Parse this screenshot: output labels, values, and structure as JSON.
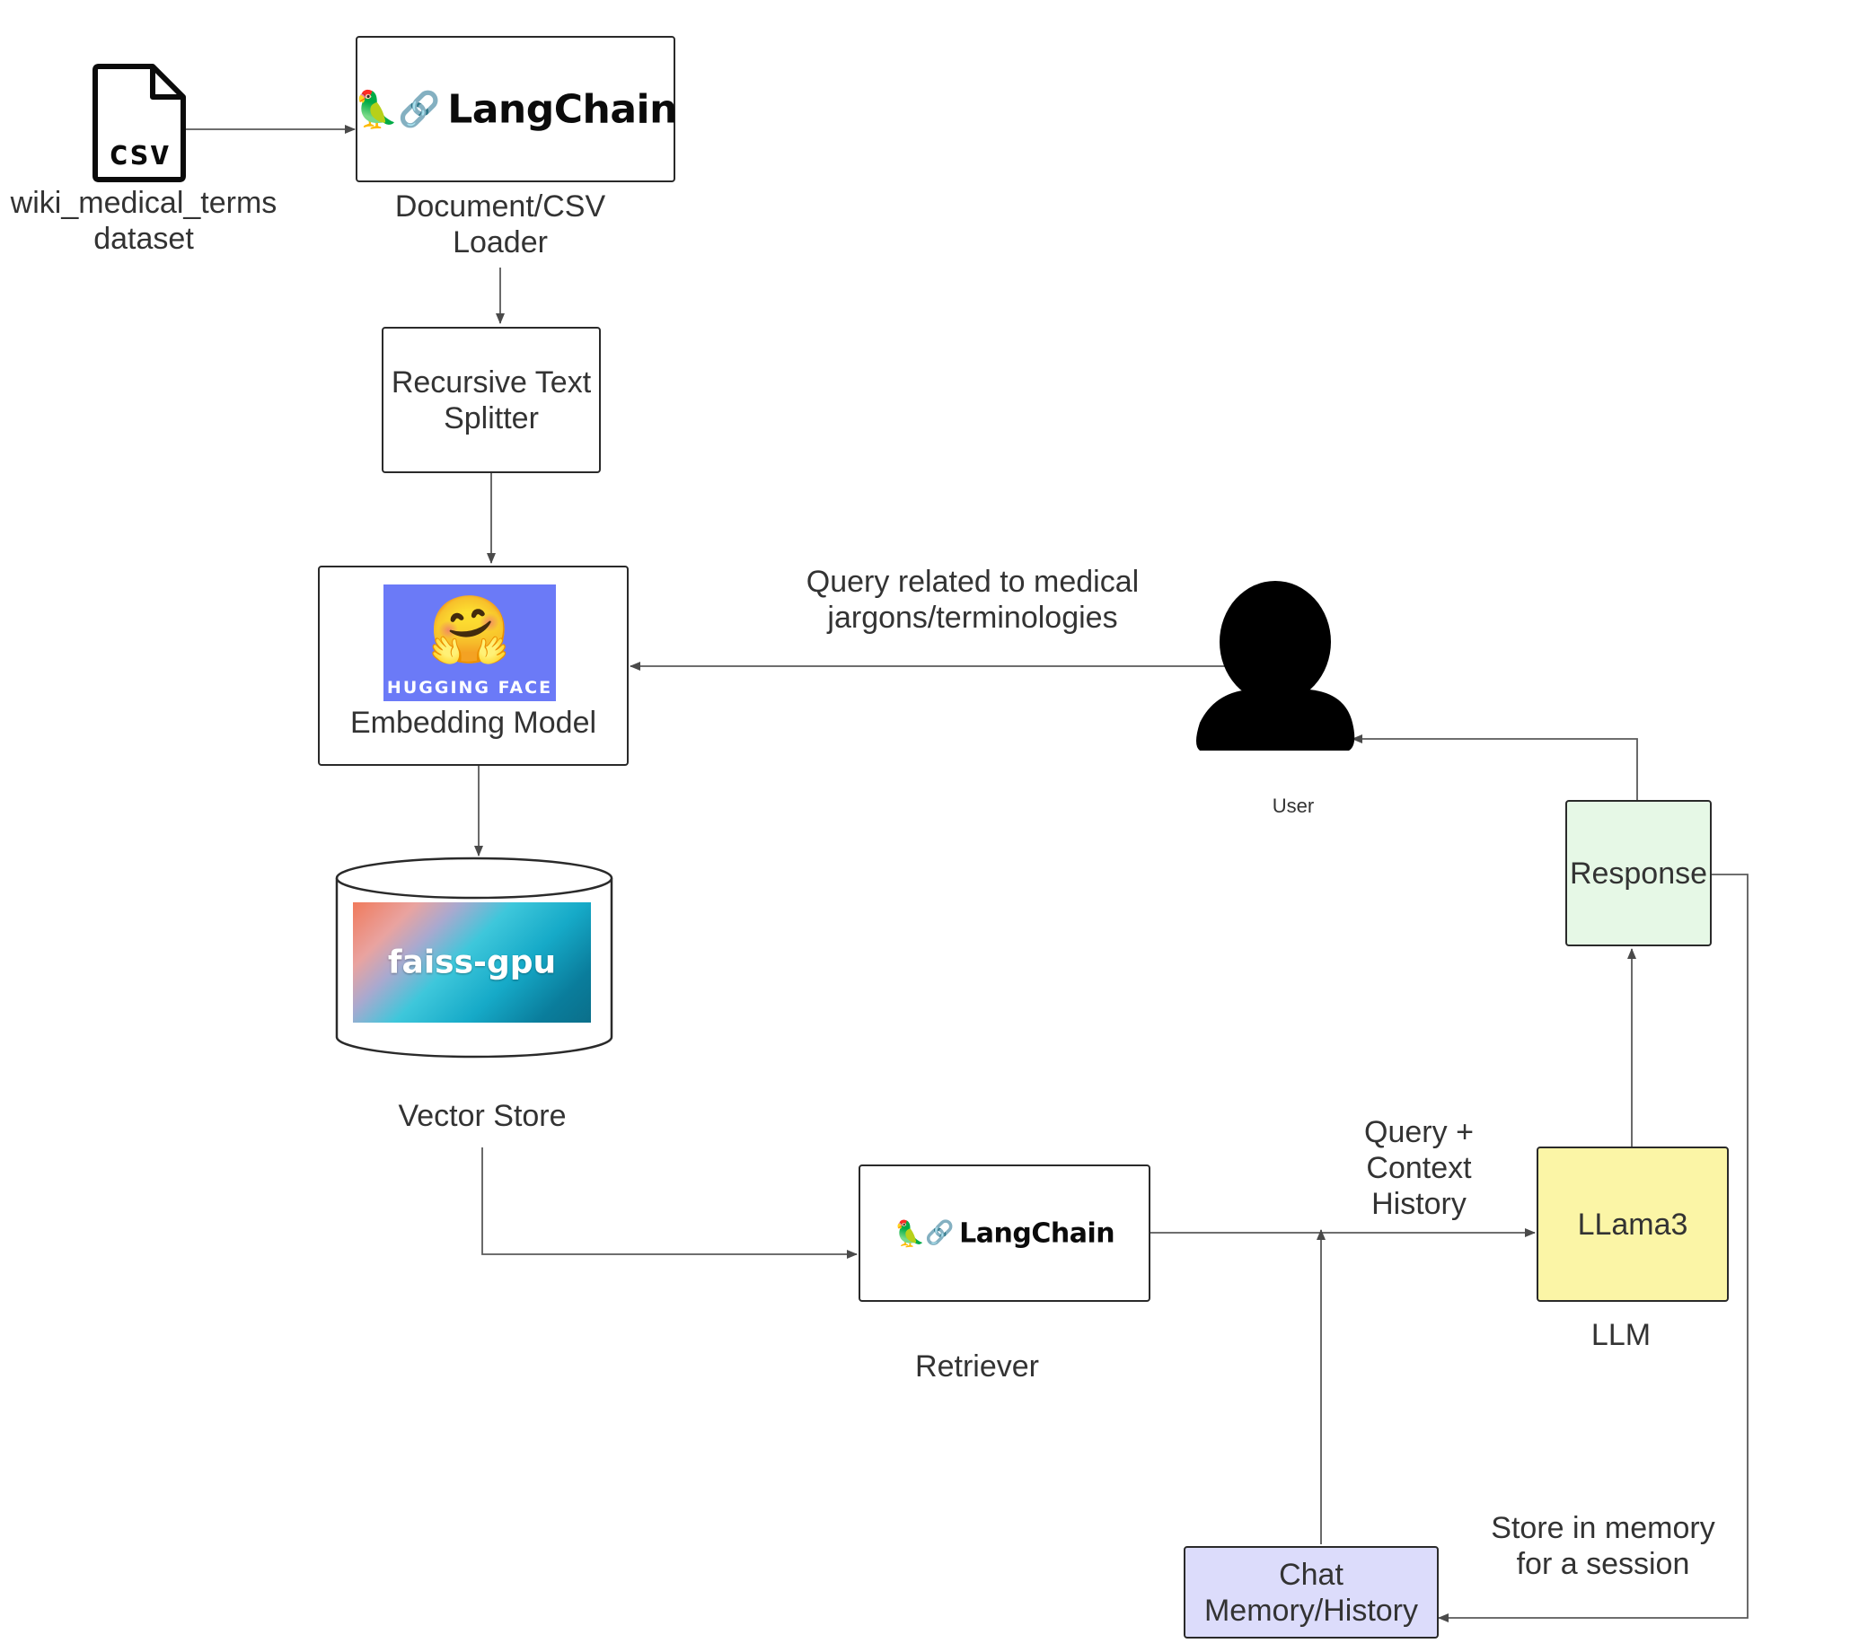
{
  "nodes": {
    "csv_icon_text": "csv",
    "dataset_label": [
      "wiki_medical_terms",
      "dataset"
    ],
    "langchain_top_logo": "LangChain",
    "loader_label": [
      "Document/CSV",
      "Loader"
    ],
    "splitter": [
      "Recursive Text",
      "Splitter"
    ],
    "huggingface_logo_text": "HUGGING FACE",
    "embedding_model": "Embedding Model",
    "faiss_logo_text": "faiss-gpu",
    "vector_store_label": "Vector Store",
    "user_label": "User",
    "langchain_retriever_logo": "LangChain",
    "retriever_label": "Retriever",
    "llm_box": "LLama3",
    "llm_label": "LLM",
    "response_box": "Response",
    "chat_memory": [
      "Chat",
      "Memory/History"
    ]
  },
  "edge_labels": {
    "query_medical": [
      "Query related to medical",
      "jargons/terminologies"
    ],
    "query_context": [
      "Query +",
      "Context",
      "History"
    ],
    "store_memory": [
      "Store in memory",
      "for a session"
    ]
  },
  "colors": {
    "response_fill": "#e6f8e6",
    "llm_fill": "#fbf5a6",
    "memory_fill": "#dcdcfb",
    "huggingface_bg": "#6b7af7",
    "edge": "#5a5a5a"
  },
  "icons": {
    "parrot": "🦜",
    "link": "🔗",
    "hugging_face": "🤗"
  }
}
